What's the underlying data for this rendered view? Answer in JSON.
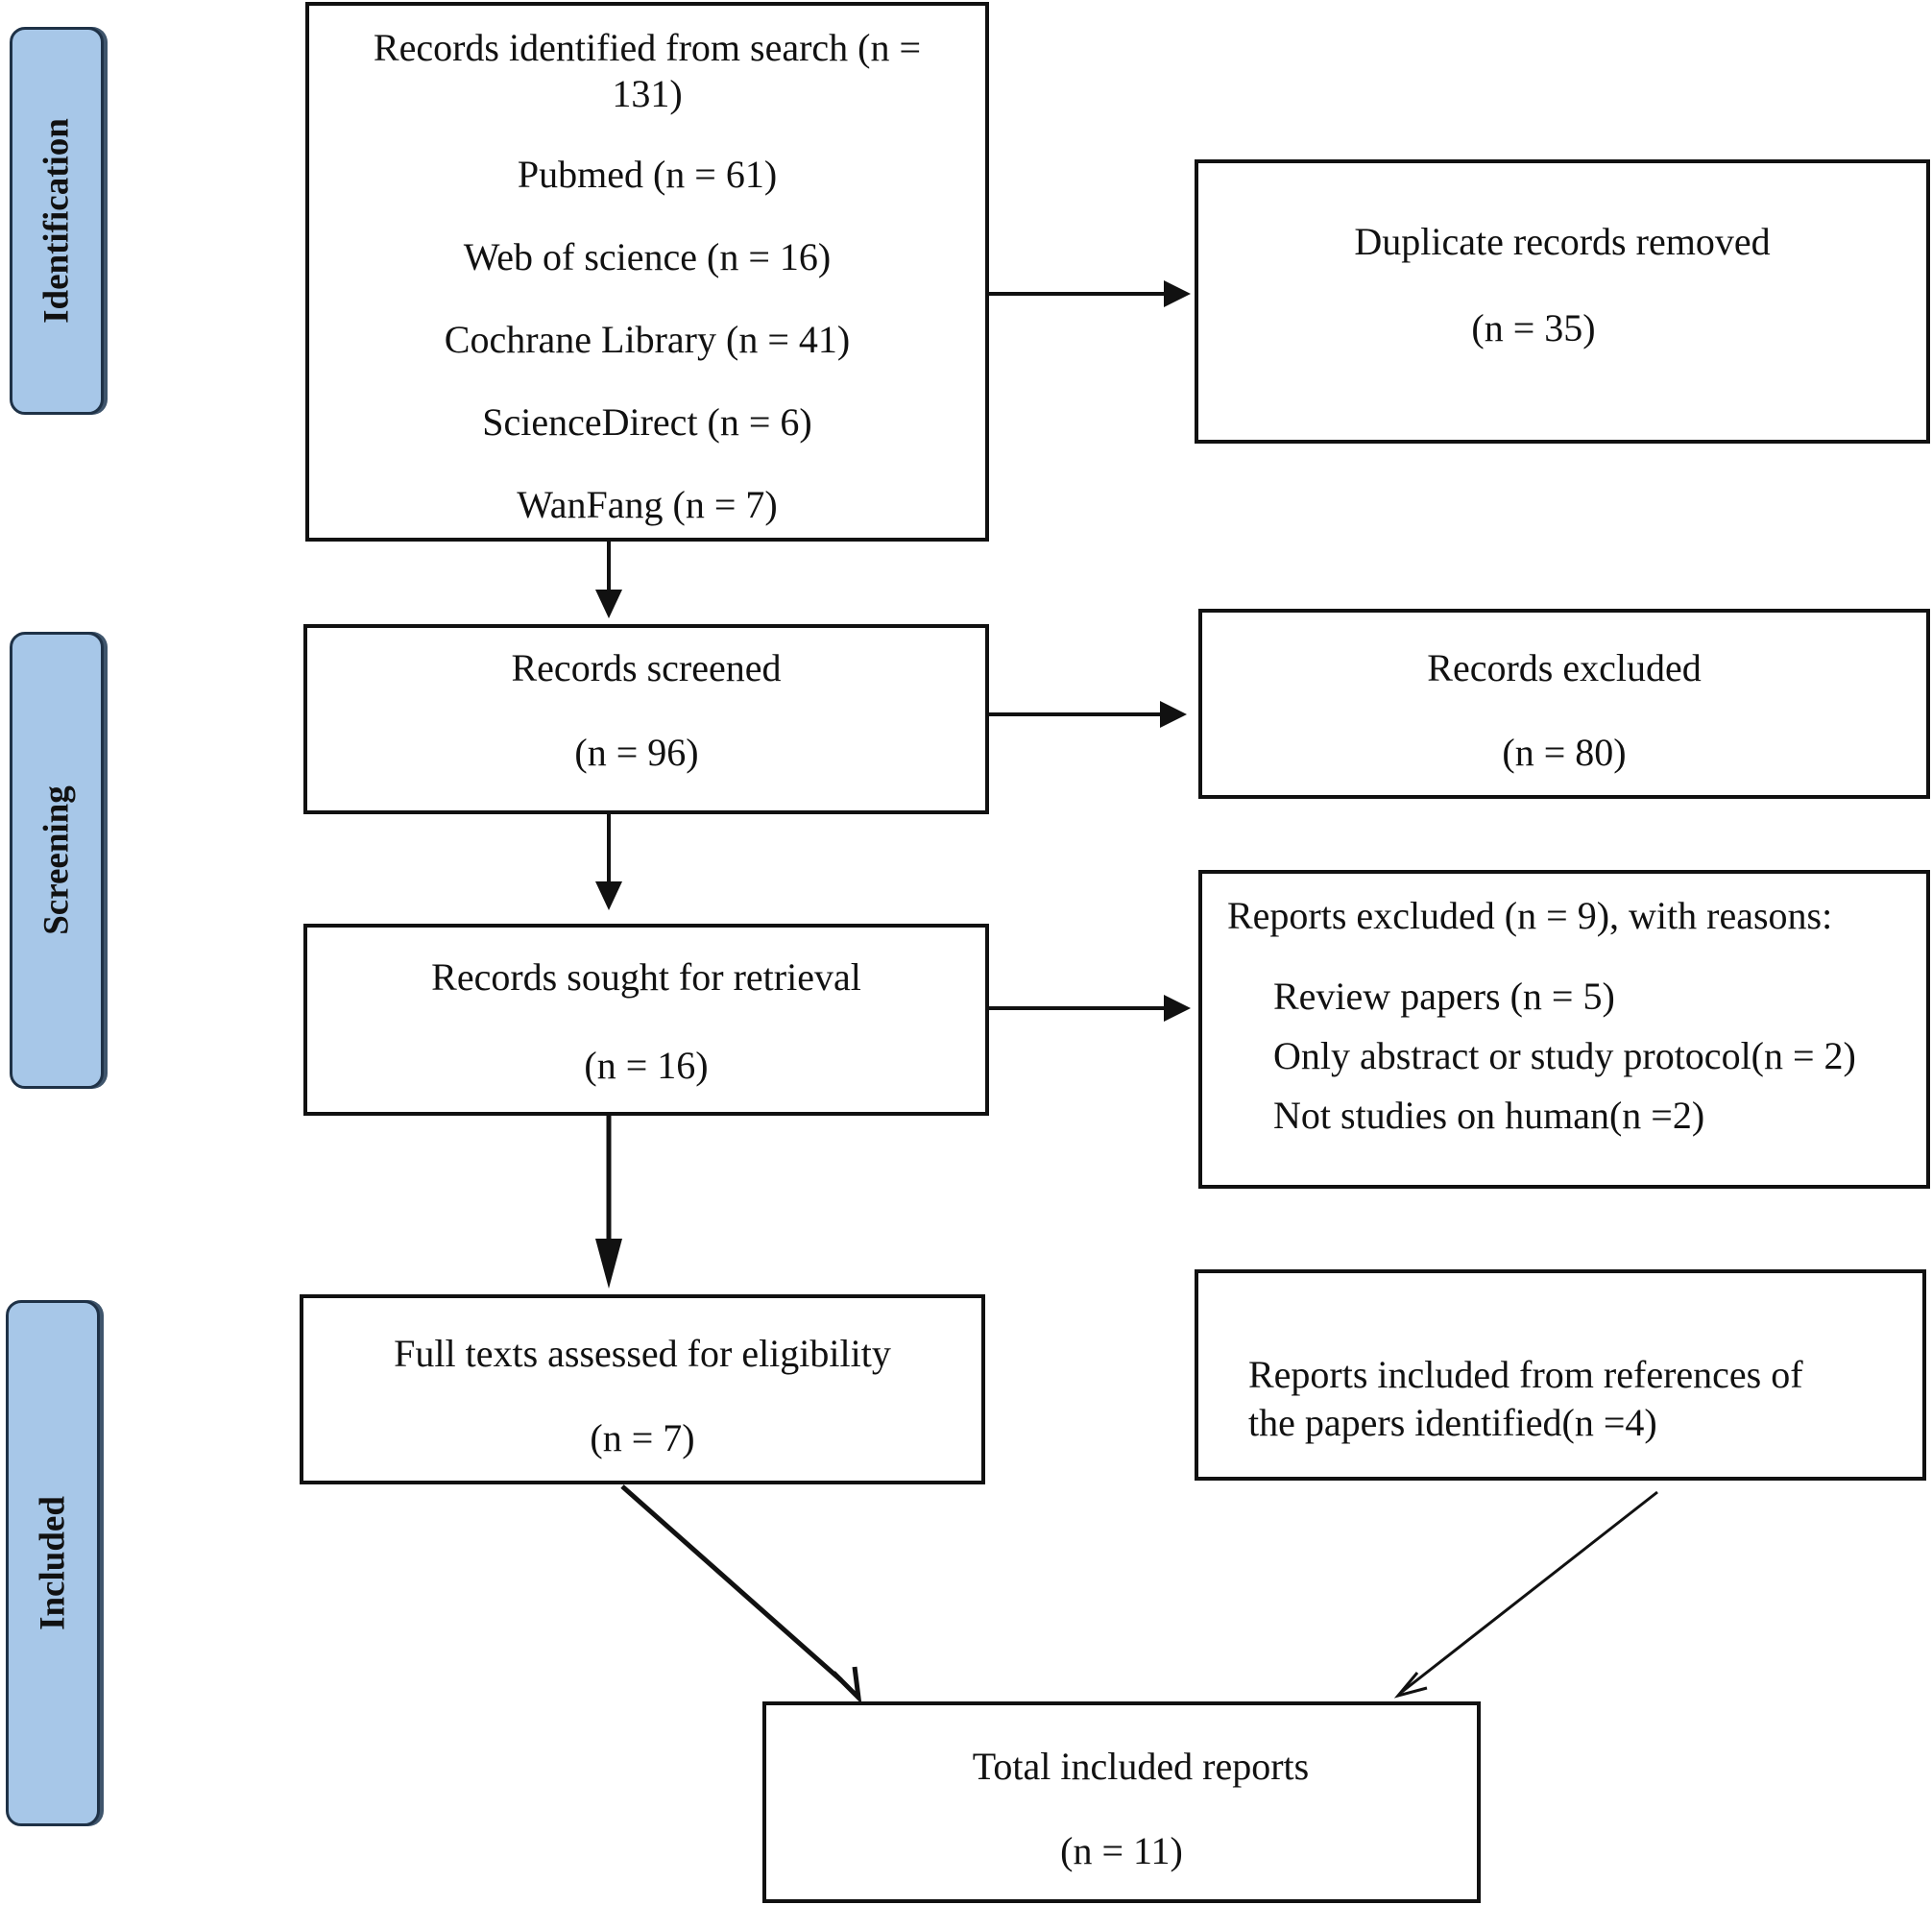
{
  "phases": {
    "identification": "Identification",
    "screening": "Screening",
    "included": "Included"
  },
  "identified": {
    "title_line1": "Records identified from search (n =",
    "title_line2": "131)",
    "sources": [
      "Pubmed (n = 61)",
      "Web of science (n = 16)",
      "Cochrane Library  (n = 41)",
      "ScienceDirect (n = 6)",
      "WanFang  (n = 7)"
    ]
  },
  "duplicates": {
    "label": "Duplicate records removed",
    "count": "(n = 35)"
  },
  "screened": {
    "label": "Records screened",
    "count": "(n = 96)"
  },
  "excluded": {
    "label": "Records excluded",
    "count": "(n = 80)"
  },
  "retrieval": {
    "label": "Records sought for retrieval",
    "count": "(n = 16)"
  },
  "reports_excluded": {
    "heading": "Reports excluded (n = 9), with reasons:",
    "reasons": [
      "Review papers (n = 5)",
      "Only abstract or study protocol(n = 2)",
      "Not studies on human(n =2)"
    ]
  },
  "eligibility": {
    "label": "Full texts assessed for eligibility",
    "count": "(n = 7)"
  },
  "references": {
    "line1": "Reports included from references of",
    "line2": "the papers identified(n =4)"
  },
  "total": {
    "label": "Total included reports",
    "count": "(n = 11)"
  }
}
